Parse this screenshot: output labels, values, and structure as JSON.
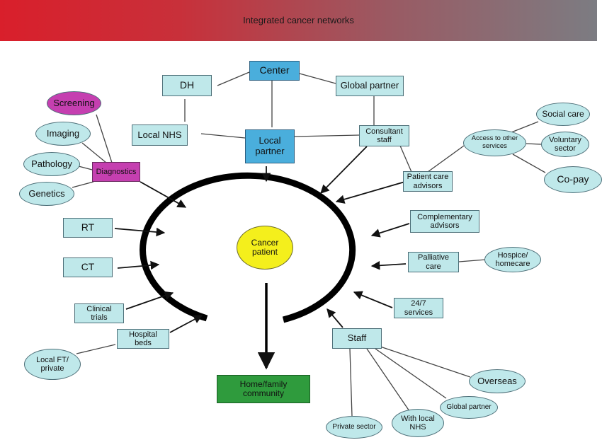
{
  "header": {
    "title": "Integrated cancer networks"
  },
  "nodes": {
    "center": "Center",
    "dh": "DH",
    "global_partner_top": "Global partner",
    "local_nhs": "Local NHS",
    "local_partner": "Local partner",
    "consultant_staff": "Consultant staff",
    "screening": "Screening",
    "imaging": "Imaging",
    "pathology": "Pathology",
    "genetics": "Genetics",
    "diagnostics": "Diagnostics",
    "social_care": "Social care",
    "access_services": "Access to other services",
    "voluntary_sector": "Voluntary sector",
    "co_pay": "Co-pay",
    "patient_care_advisors": "Patient care advisors",
    "rt": "RT",
    "ct": "CT",
    "clinical_trials": "Clinical trials",
    "hospital_beds": "Hospital beds",
    "local_ft_private": "Local FT/ private",
    "cancer_patient": "Cancer patient",
    "complementary_advisors": "Complementary advisors",
    "palliative_care": "Palliative care",
    "hospice_homecare": "Hospice/ homecare",
    "services_247": "24/7 services",
    "staff": "Staff",
    "overseas": "Overseas",
    "global_partner_bottom": "Global partner",
    "with_local_nhs": "With local NHS",
    "private_sector": "Private sector",
    "home_family_community": "Home/family community"
  },
  "colors": {
    "node_fill": "#bfe8ea",
    "center_fill": "#4aaedc",
    "diagnostics_fill": "#c53fb0",
    "patient_fill": "#f4ef1c",
    "outcome_fill": "#2f9b3d",
    "header_gradient_start": "#d91f2b",
    "header_gradient_end": "#7c7c82"
  }
}
